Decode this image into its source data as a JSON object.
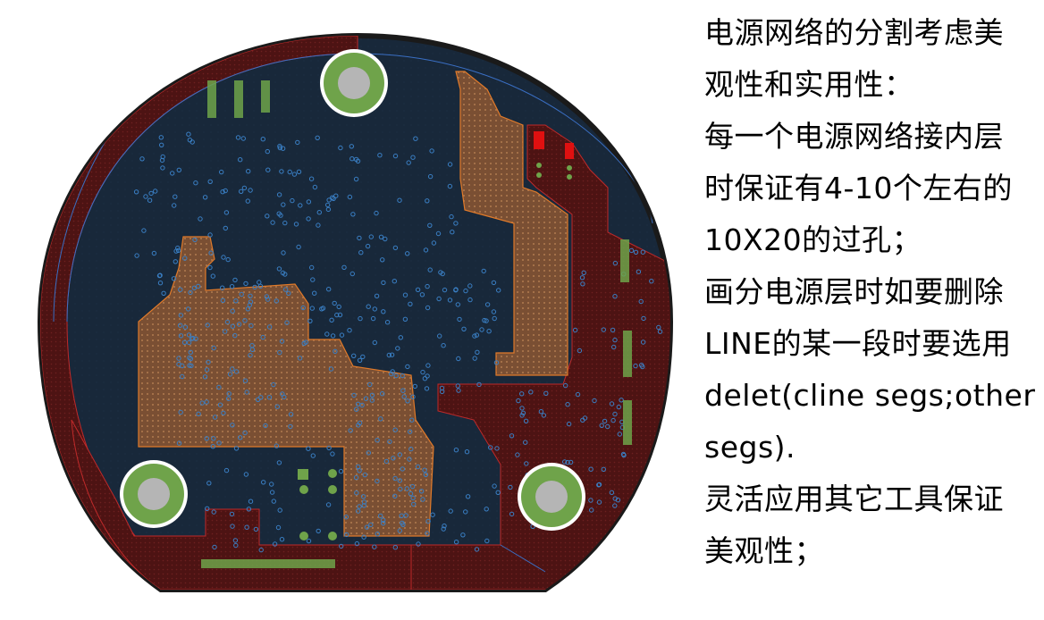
{
  "image_kind": "PCB power-plane split layout with annotation text",
  "board": {
    "layers": {
      "ground_plane_color": "#1a2a3a",
      "power_split_a_color": "#8a5a3a",
      "power_split_b_color": "#5a1a1a",
      "outline_color": "#1a1a1a",
      "via_color": "#3a7fc4",
      "mounting_pad_color": "#6fa34a",
      "mounting_hole_color": "#b5b5b5",
      "highlight_pad_color": "#e01010"
    }
  },
  "notes": {
    "lines": [
      "电源网络的分割考虑美",
      "观性和实用性：",
      "每一个电源网络接内层",
      "时保证有4-10个左右的",
      "10X20的过孔；",
      "画分电源层时如要删除",
      "LINE的某一段时要选用",
      "delet(cline segs;other",
      "segs).",
      "灵活应用其它工具保证",
      "美观性；"
    ]
  }
}
